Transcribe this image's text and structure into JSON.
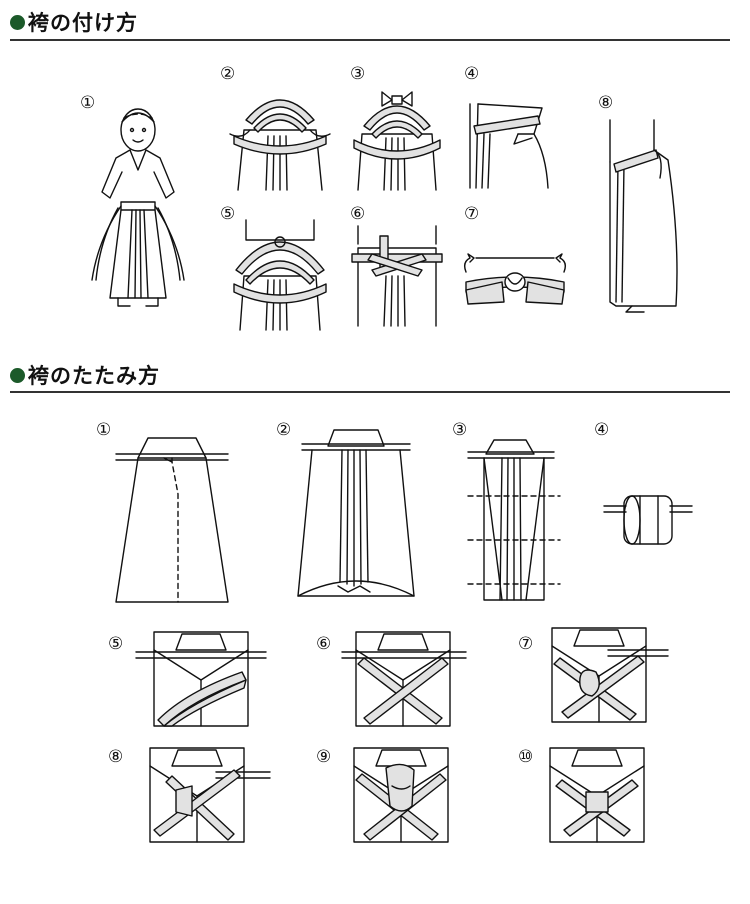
{
  "sections": {
    "wearing": {
      "title": "袴の付け方"
    },
    "folding": {
      "title": "袴のたたみ方"
    }
  },
  "wearing_steps": [
    "①",
    "②",
    "③",
    "④",
    "⑤",
    "⑥",
    "⑦",
    "⑧"
  ],
  "folding_steps": [
    "①",
    "②",
    "③",
    "④",
    "⑤",
    "⑥",
    "⑦",
    "⑧",
    "⑨",
    "⑩"
  ],
  "colors": {
    "bullet": "#1c5a2a",
    "line": "#111111",
    "band_fill": "#e2e2e2"
  },
  "icons": {
    "bullet": "filled-circle"
  }
}
